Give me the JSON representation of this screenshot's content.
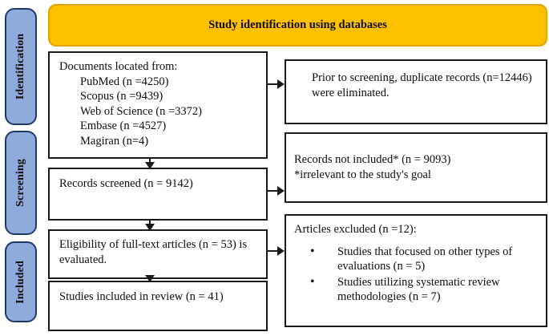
{
  "header": {
    "title": "Study identification using databases",
    "fill_color": "#ffc000",
    "border_color": "#e0a500"
  },
  "phases": {
    "fill_color": "#8faadc",
    "border_color": "#1f3864",
    "items": [
      {
        "label": "Identification"
      },
      {
        "label": "Screening"
      },
      {
        "label": "Included"
      }
    ]
  },
  "flow": {
    "sources": {
      "heading": "Documents located from:",
      "items": [
        "PubMed (n =4250)",
        "Scopus (n =9439)",
        "Web of Science (n =3372)",
        "Embase (n =4527)",
        "Magiran (n=4)"
      ]
    },
    "screened": {
      "text": "Records screened (n = 9142)"
    },
    "eligibility": {
      "text": "Eligibility of full-text articles (n = 53) is evaluated."
    },
    "included": {
      "text": "Studies included in review (n = 41)"
    },
    "duplicates": {
      "text": "Prior to screening, duplicate records (n=12446) were eliminated."
    },
    "not_included": {
      "line1": "Records not included* (n = 9093)",
      "line2": "*irrelevant to the study's goal"
    },
    "excluded": {
      "heading": "Articles excluded (n =12):",
      "items": [
        "Studies that focused on other types of evaluations (n = 5)",
        "Studies utilizing systematic review methodologies (n = 7)"
      ]
    }
  }
}
